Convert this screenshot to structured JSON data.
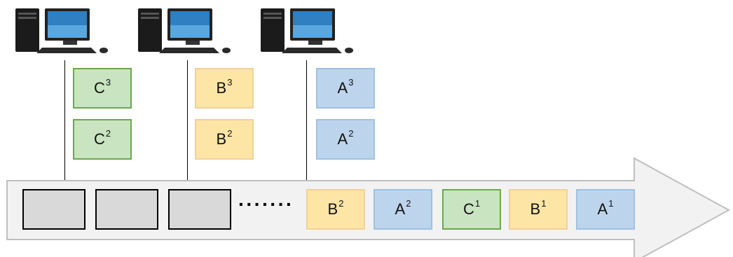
{
  "computers": [
    {
      "icon": "desktop-computer-icon",
      "queue": [
        {
          "letter": "C",
          "sup": "3"
        },
        {
          "letter": "C",
          "sup": "2"
        }
      ],
      "color": "green"
    },
    {
      "icon": "desktop-computer-icon",
      "queue": [
        {
          "letter": "B",
          "sup": "3"
        },
        {
          "letter": "B",
          "sup": "2"
        }
      ],
      "color": "yellow"
    },
    {
      "icon": "desktop-computer-icon",
      "queue": [
        {
          "letter": "A",
          "sup": "3"
        },
        {
          "letter": "A",
          "sup": "2"
        }
      ],
      "color": "blue"
    }
  ],
  "stream": {
    "empty_slots": 3,
    "ellipsis": "·······",
    "items": [
      {
        "letter": "B",
        "sup": "2",
        "color": "yellow"
      },
      {
        "letter": "A",
        "sup": "2",
        "color": "blue"
      },
      {
        "letter": "C",
        "sup": "1",
        "color": "green"
      },
      {
        "letter": "B",
        "sup": "1",
        "color": "yellow"
      },
      {
        "letter": "A",
        "sup": "1",
        "color": "blue"
      }
    ]
  },
  "colors": {
    "green_fill": "#c9e4c0",
    "green_border": "#6aa84f",
    "yellow_fill": "#fde5a6",
    "yellow_border": "#f4cf9a",
    "blue_fill": "#bdd5ec",
    "blue_border": "#9fc1e2",
    "arrow_fill": "#f2f2f2",
    "arrow_border": "#bfbfbf"
  }
}
